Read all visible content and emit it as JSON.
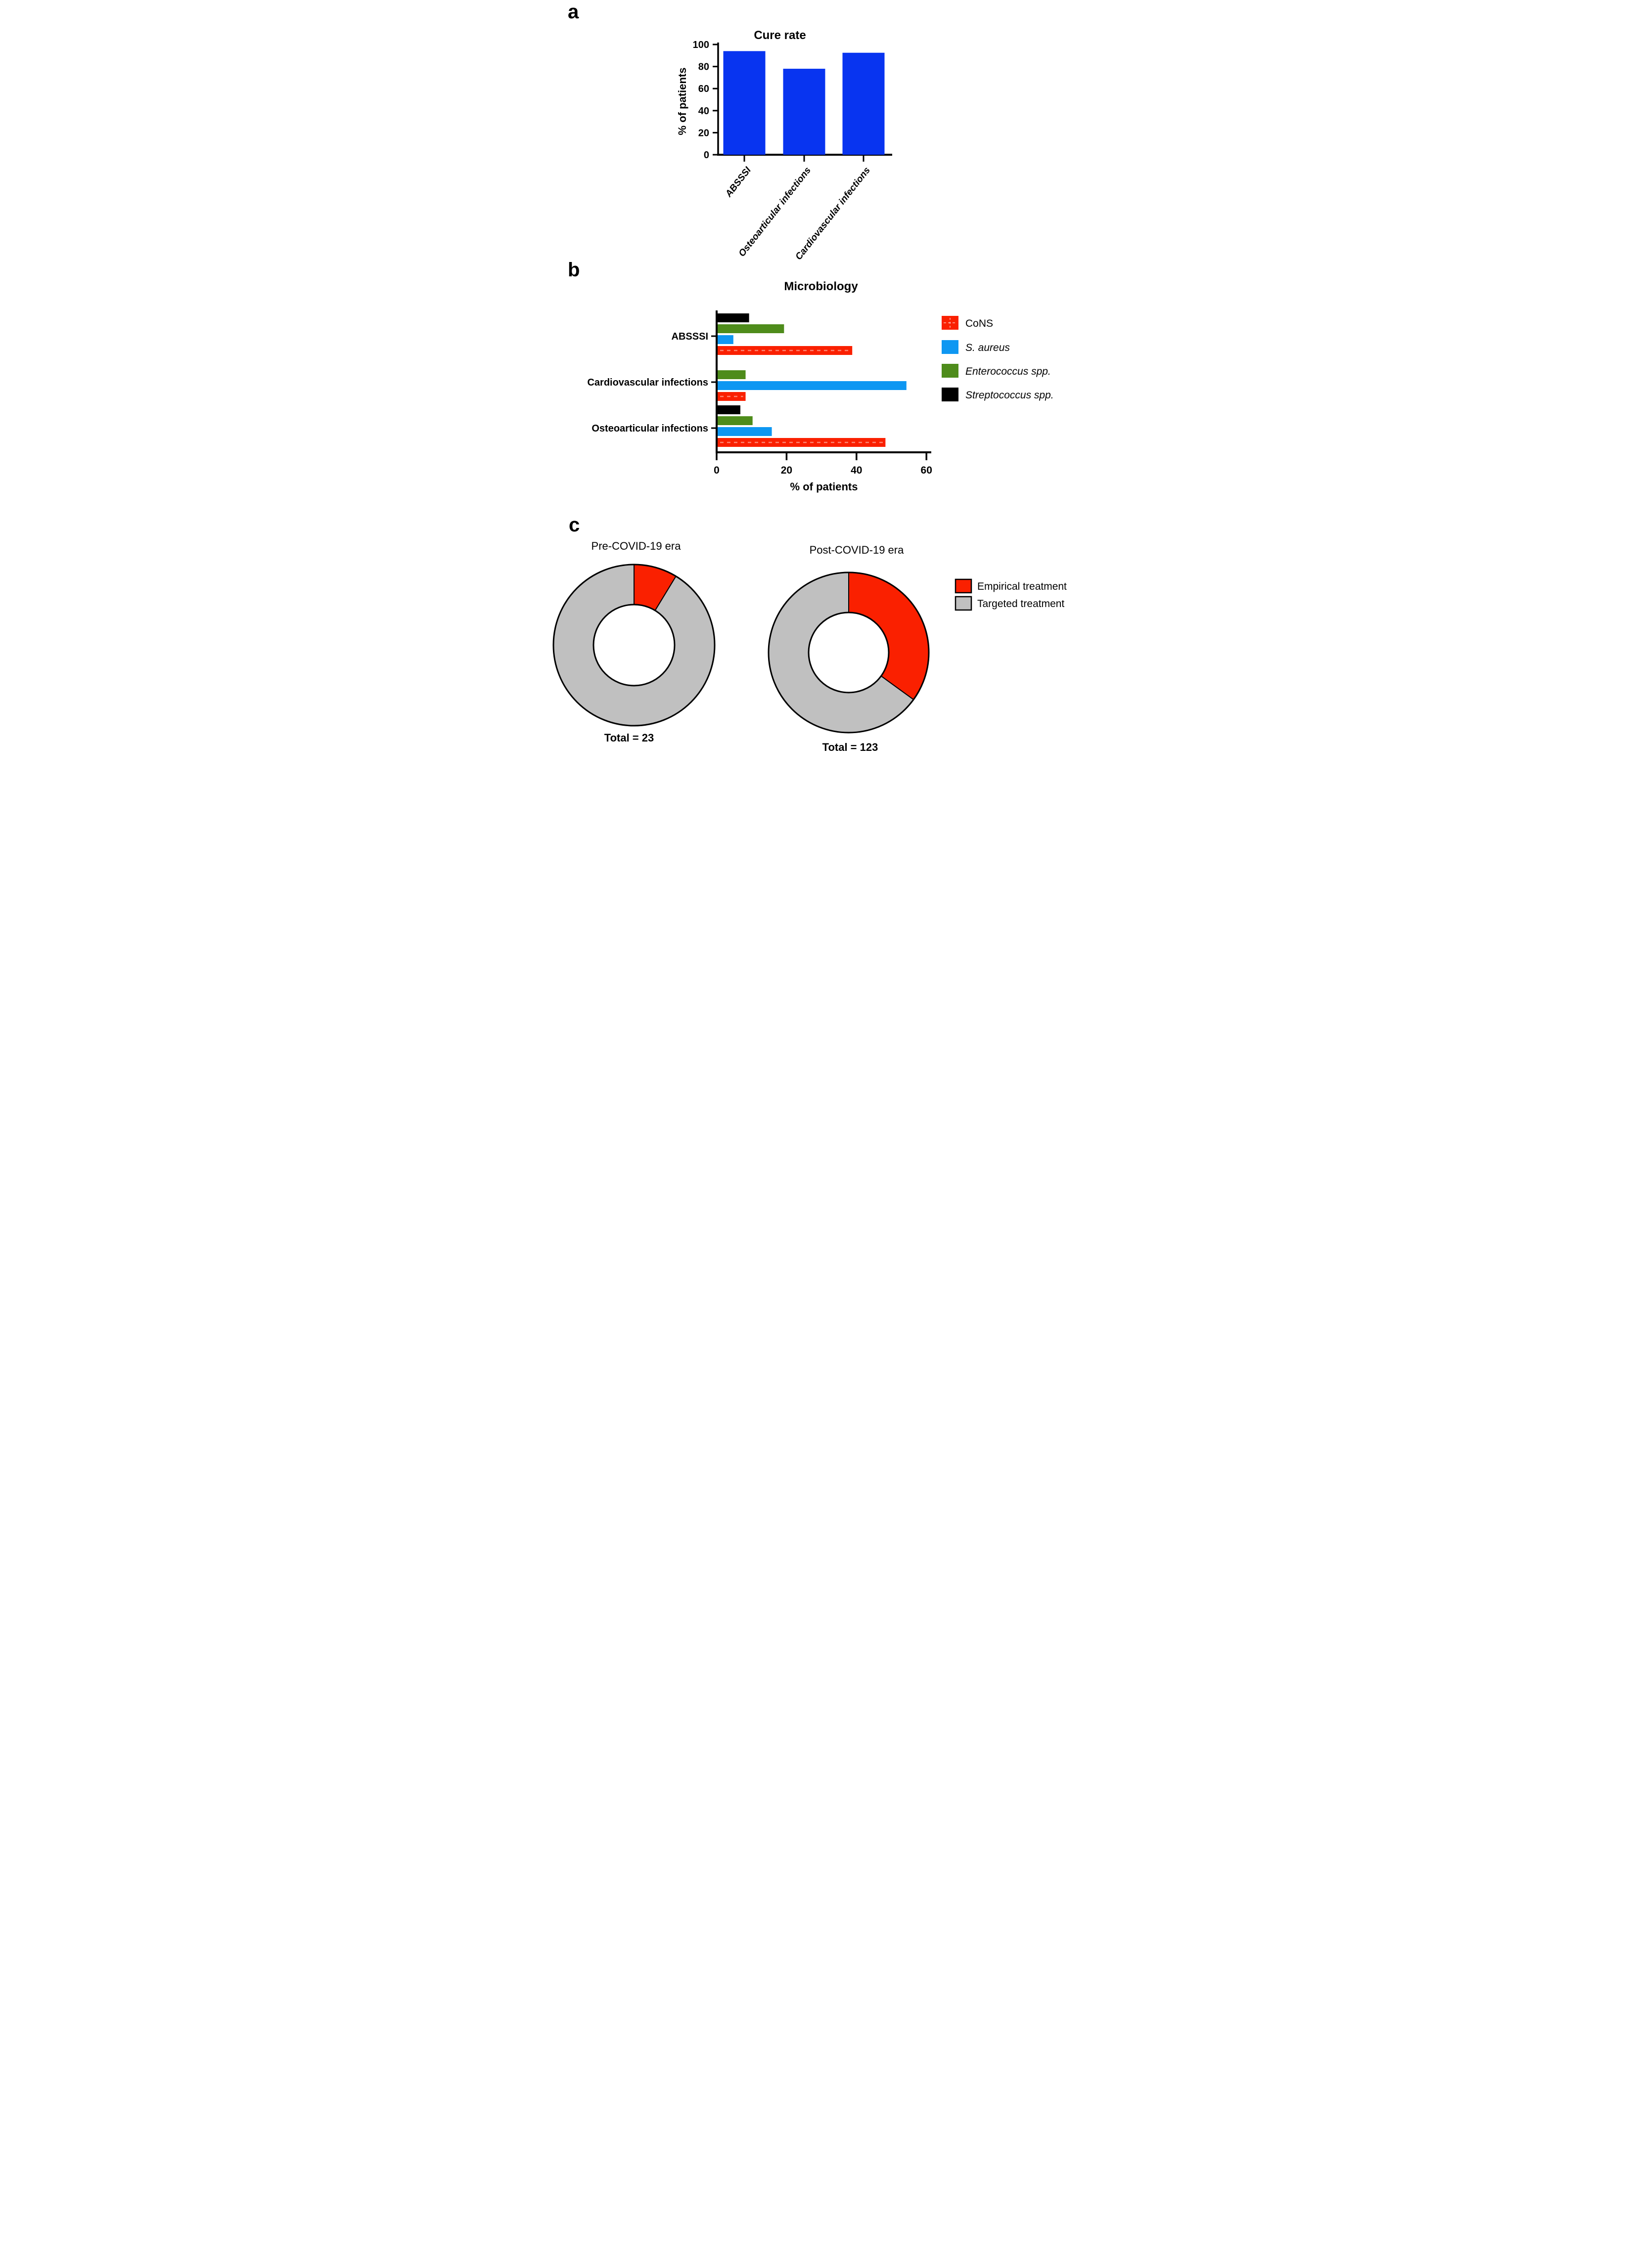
{
  "letters": {
    "a": "a",
    "b": "b",
    "c": "c"
  },
  "chart_data": [
    {
      "panel": "a",
      "type": "bar",
      "title": "Cure rate",
      "ylabel": "% of patients",
      "categories": [
        "ABSSSI",
        "Osteoarticular infections",
        "Cardiovascular infections"
      ],
      "values": [
        94,
        78,
        92.5
      ],
      "ylim": [
        0,
        100
      ],
      "yticks": [
        0,
        20,
        40,
        60,
        80,
        100
      ],
      "bar_color": "#0834f0",
      "grid": false,
      "legend_position": "none"
    },
    {
      "panel": "b",
      "type": "bar",
      "orientation": "horizontal",
      "title": "Microbiology",
      "xlabel": "% of patients",
      "xlim": [
        0,
        60
      ],
      "xticks": [
        0,
        20,
        40,
        60
      ],
      "categories": [
        "ABSSSI",
        "Cardiovascular infections",
        "Osteoarticular infections"
      ],
      "series": [
        {
          "name": "CoNS",
          "italic": false,
          "color": "#fa2000",
          "values": [
            38.5,
            8,
            48
          ]
        },
        {
          "name": "S. aureus",
          "italic": true,
          "color": "#0e97f2",
          "values": [
            4.5,
            54,
            15.5
          ]
        },
        {
          "name": "Enterococcus spp.",
          "italic": true,
          "color": "#4e8c1b",
          "values": [
            19,
            8,
            10
          ]
        },
        {
          "name": "Streptococcus spp.",
          "italic": true,
          "color": "#000000",
          "values": [
            9,
            0,
            6.5
          ]
        }
      ],
      "bar_order_top_to_bottom": [
        "Streptococcus spp.",
        "Enterococcus spp.",
        "S. aureus",
        "CoNS"
      ],
      "legend_position": "right",
      "grid": false
    },
    {
      "panel": "c",
      "type": "pie",
      "subtype": "donut",
      "legend": [
        {
          "label": "Empirical treatment",
          "color": "#fa2000"
        },
        {
          "label": "Targeted treatment",
          "color": "#c0c0c0"
        }
      ],
      "charts": [
        {
          "title": "Pre-COVID-19 era",
          "total_label": "Total = 23",
          "total": 23,
          "slices": [
            {
              "label": "Empirical treatment",
              "color": "#fa2000",
              "percent": 8.7
            },
            {
              "label": "Targeted treatment",
              "color": "#c0c0c0",
              "percent": 91.3
            }
          ]
        },
        {
          "title": "Post-COVID-19 era",
          "total_label": "Total = 123",
          "total": 123,
          "slices": [
            {
              "label": "Empirical treatment",
              "color": "#fa2000",
              "percent": 35
            },
            {
              "label": "Targeted treatment",
              "color": "#c0c0c0",
              "percent": 65
            }
          ]
        }
      ]
    }
  ]
}
